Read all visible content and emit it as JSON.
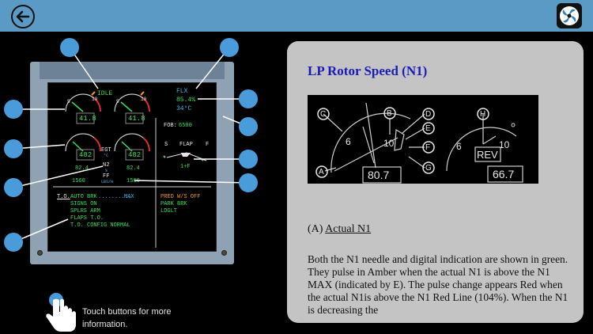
{
  "topbar": {
    "back_icon": "back-arrow-icon",
    "brand_icon": "turbine-logo-icon"
  },
  "ecam": {
    "idle": "IDLE",
    "flx": "FLX",
    "flx_value": "85.4%",
    "flx_temp": "34°C",
    "n1_left": "41.8",
    "n1_right": "41.8",
    "egt_label": "EGT",
    "egt_unit": "°C",
    "egt_left": "482",
    "egt_right": "482",
    "n2_label": "N2",
    "n2_unit": "%",
    "n2_left": "82.4",
    "n2_right": "82.4",
    "ff_label": "FF",
    "ff_unit": "LBS/H",
    "ff_left": "1560",
    "ff_right": "1560",
    "fob": "FOB:",
    "fob_value": "6500",
    "flap": "FLAP",
    "flap_s": "S",
    "flap_f": "F",
    "flap_setting": "1+F",
    "gauge_tick_10": "10",
    "gauge_tick_5": "5",
    "memo": {
      "to": "T.O.",
      "auto_brk": "AUTO BRK",
      "dots": "..........",
      "max": "MAX",
      "signs": "SIGNS ON",
      "spurs": "SPLRS ARM",
      "flaps": "FLAPS T.O.",
      "config": "T.O. CONFIG NORMAL",
      "pred": "PRED W/S OFF",
      "park": "PARK BRK",
      "ldg": "LDGLT"
    }
  },
  "info": {
    "title": "LP Rotor Speed (N1)",
    "diagram": {
      "labels": [
        "C",
        "B",
        "D",
        "E",
        "F",
        "G",
        "A",
        "H"
      ],
      "tick_6": "6",
      "tick_10": "10",
      "value_left": "80.7",
      "value_right": "66.7",
      "rev": "REV"
    },
    "section_letter": "(A)",
    "section_title": "Actual N1",
    "body": "Both the N1 needle and digital indication are shown in green. They pulse in Amber when the actual N1 is above the N1 MAX (indicated by E). The pulse change appears Red when the actual N1is above the N1 Red Line (104%). When the N1 is decreasing the"
  },
  "hint": {
    "text": "Touch buttons for more information.",
    "icon": "touch-hand-icon"
  },
  "colors": {
    "topbar": "#5b9ac4",
    "hotspot": "#4a9bd9",
    "title": "#1a1ab8",
    "ecam_green": "#35e05a",
    "ecam_cyan": "#3fb7e8",
    "ecam_amber": "#f29a1f"
  }
}
